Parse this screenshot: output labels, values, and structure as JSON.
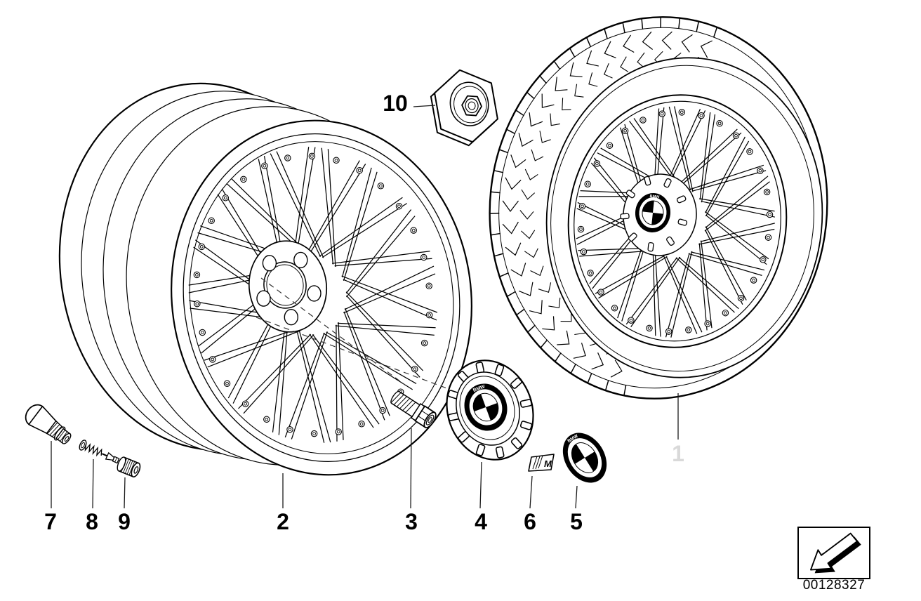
{
  "diagram": {
    "background": "#ffffff",
    "ink": "#000000",
    "muted_label_color": "#d9d9d9",
    "emblems": {
      "roundel_text": "BMW",
      "m_badge_text": "M"
    },
    "callouts": [
      {
        "label": "1",
        "depicts": "complete-wheel-with-tyre",
        "muted": true
      },
      {
        "label": "2",
        "depicts": "light-alloy-rim",
        "muted": false
      },
      {
        "label": "3",
        "depicts": "wheel-bolt",
        "muted": false
      },
      {
        "label": "4",
        "depicts": "hub-cap",
        "muted": false
      },
      {
        "label": "5",
        "depicts": "bmw-emblem",
        "muted": false
      },
      {
        "label": "6",
        "depicts": "m-badge",
        "muted": false
      },
      {
        "label": "7",
        "depicts": "tyre-valve",
        "muted": false
      },
      {
        "label": "8",
        "depicts": "valve-insert",
        "muted": false
      },
      {
        "label": "9",
        "depicts": "valve-cap",
        "muted": false
      },
      {
        "label": "10",
        "depicts": "wheel-lock-adapter",
        "muted": false
      }
    ],
    "footer": {
      "doc_number": "00128327",
      "arrow_icon": "page-corner-arrow"
    }
  }
}
